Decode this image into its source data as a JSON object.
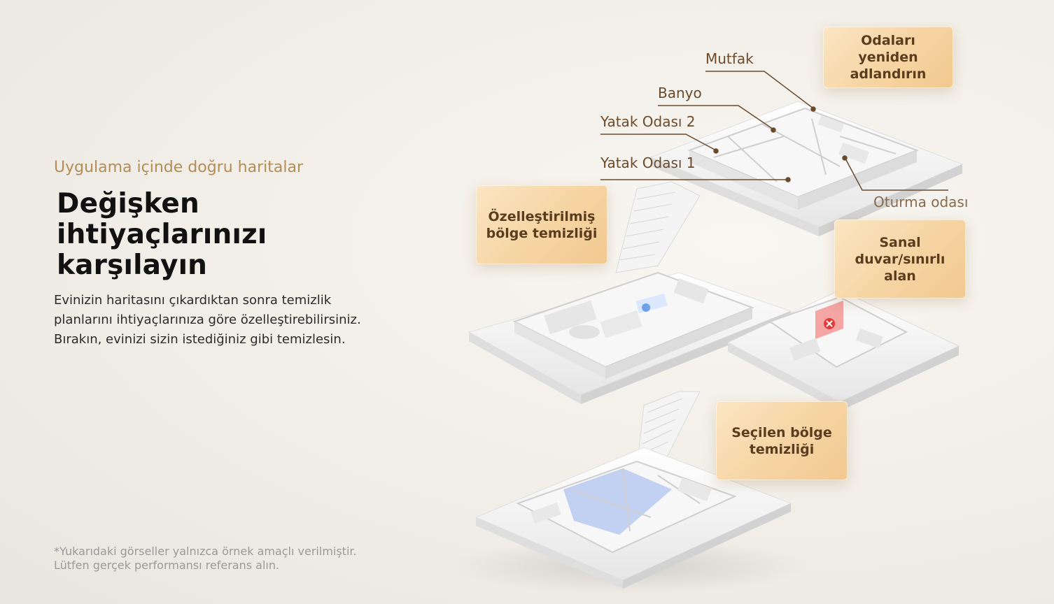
{
  "intro": {
    "eyebrow": "Uygulama içinde doğru haritalar",
    "headline_line1": "Değişken ihtiyaçlarınızı",
    "headline_line2": "karşılayın",
    "body_line1": "Evinizin haritasını çıkardıktan sonra temizlik",
    "body_line2": "planlarını ihtiyaçlarınıza göre özelleştirebilirsiniz.",
    "body_line3": "Bırakın, evinizi sizin istediğiniz gibi temizlesin."
  },
  "rooms": {
    "kitchen": "Mutfak",
    "bathroom": "Banyo",
    "bedroom2": "Yatak Odası 2",
    "bedroom1": "Yatak Odası 1",
    "living": "Oturma odası"
  },
  "features": {
    "rename": "Odaları\nyeniden\nadlandırın",
    "custom_zone": "Özelleştirilmiş\nbölge temizliği",
    "virtual_wall": "Sanal\nduvar/sınırlı\nalan",
    "selected_zone": "Seçilen bölge\ntemizliği"
  },
  "disclaimer": {
    "line1": "*Yukarıdaki görseller yalnızca örnek amaçlı verilmiştir.",
    "line2": "Lütfen gerçek performansı referans alın."
  },
  "colors": {
    "accent": "#b48c55",
    "card": "#f6d4a2",
    "selected_zone": "#b9c9f0",
    "no_go_zone": "#f0413f"
  }
}
